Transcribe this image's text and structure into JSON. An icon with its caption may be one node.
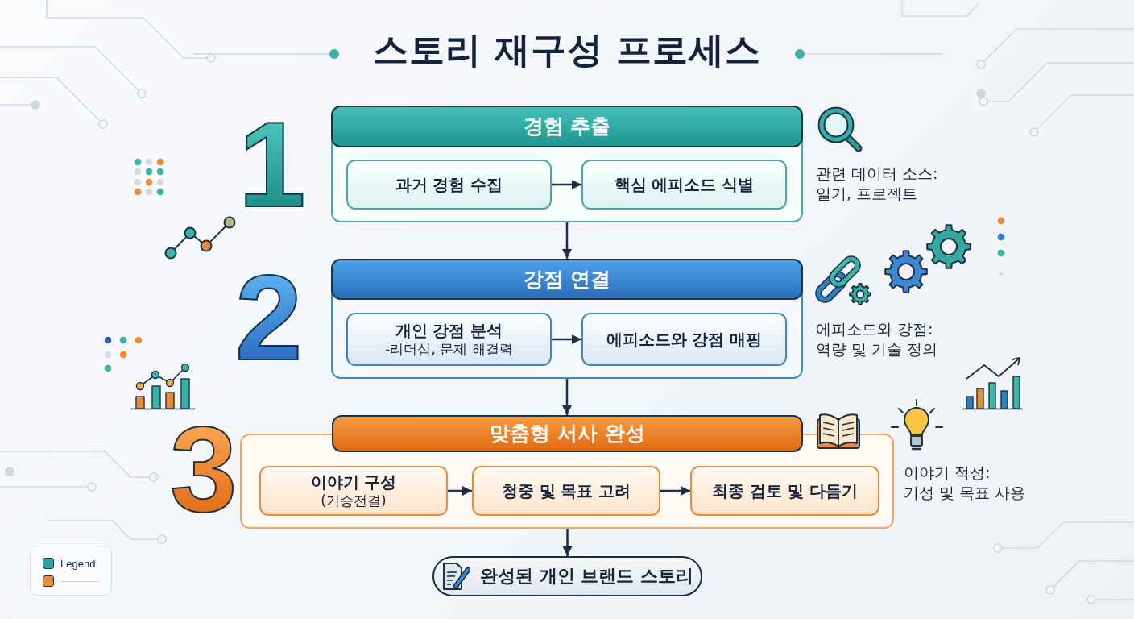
{
  "diagram": {
    "title": "스토리 재구성 프로세스",
    "nodes": [
      {
        "text": [
          "경험 추출"
        ],
        "beside": [
          "1",
          "관련 데이터 소스: 일기, 프로젝트"
        ]
      },
      {
        "text": [
          "과거 경험 수집"
        ],
        "in": 0
      },
      {
        "text": [
          "핵심 에피소드 식별"
        ],
        "in": 0
      },
      {
        "text": [
          "강점 연결"
        ],
        "beside": [
          "2",
          "에피소드와 강점: 역량 및 기술 정의"
        ]
      },
      {
        "text": [
          "개인 강점 분석",
          "-리더십, 문제 해결력"
        ],
        "in": 3
      },
      {
        "text": [
          "에피소드와 강점 매핑"
        ],
        "in": 3
      },
      {
        "text": [
          "맞춤형 서사 완성"
        ],
        "beside": [
          "3",
          "이야기 적성: 기성 및 목표 사용"
        ]
      },
      {
        "text": [
          "이야기 구성",
          "(기승전결)"
        ],
        "in": 6
      },
      {
        "text": [
          "청중 및 목표 고려"
        ],
        "in": 6
      },
      {
        "text": [
          "최종 검토 및 다듬기"
        ],
        "in": 6
      },
      {
        "text": [
          "완성된 개인 브랜드 스토리"
        ]
      }
    ],
    "edges": [
      {
        "from": 1,
        "to": 2,
        "arrow": "to"
      },
      {
        "from": 0,
        "to": 3,
        "arrow": "to"
      },
      {
        "from": 4,
        "to": 5,
        "arrow": "to"
      },
      {
        "from": 3,
        "to": 6,
        "arrow": "to"
      },
      {
        "from": 7,
        "to": 8,
        "arrow": "to"
      },
      {
        "from": 8,
        "to": 9,
        "arrow": "to"
      },
      {
        "from": 6,
        "to": 10,
        "arrow": "to"
      }
    ],
    "legend": [
      {
        "text": "Legend",
        "color": "#2aa5a0"
      }
    ]
  }
}
